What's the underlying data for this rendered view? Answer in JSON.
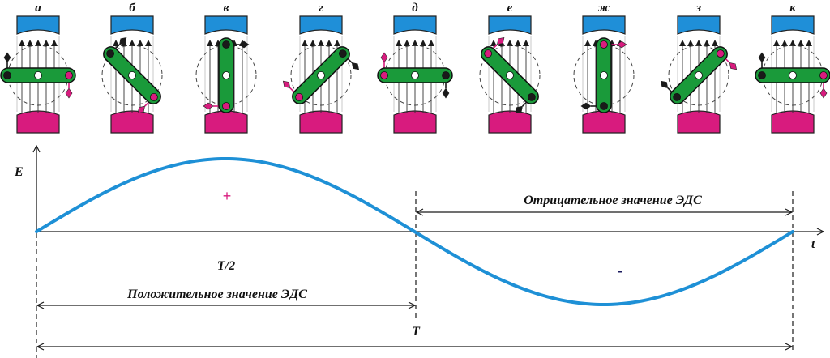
{
  "colors": {
    "north_pole": "#1f8fd8",
    "south_pole": "#d81b7e",
    "coil": "#1a9a3a",
    "curve": "#1e90d6",
    "plus_sign": "#d81b7e",
    "minus_sign": "#1a1a5e",
    "ink": "#1a1a1a"
  },
  "panels": [
    {
      "label": "а",
      "angle_deg": 0
    },
    {
      "label": "б",
      "angle_deg": 45
    },
    {
      "label": "в",
      "angle_deg": 90
    },
    {
      "label": "г",
      "angle_deg": 135
    },
    {
      "label": "д",
      "angle_deg": 180
    },
    {
      "label": "е",
      "angle_deg": 225
    },
    {
      "label": "ж",
      "angle_deg": 270
    },
    {
      "label": "з",
      "angle_deg": 315
    },
    {
      "label": "к",
      "angle_deg": 360
    }
  ],
  "graph": {
    "y_axis_label": "E",
    "x_axis_label": "t",
    "plus_sign": "+",
    "minus_sign": "-",
    "half_period_label": "T/2",
    "period_label": "T",
    "positive_span_label": "Положительное значение ЭДС",
    "negative_span_label": "Отрицательное значение ЭДС"
  },
  "chart_data": {
    "type": "line",
    "title": "",
    "xlabel": "t",
    "ylabel": "E",
    "function": "sine",
    "x": [
      0,
      0.125,
      0.25,
      0.375,
      0.5,
      0.625,
      0.75,
      0.875,
      1.0
    ],
    "x_units": "fraction of period T",
    "values": [
      0,
      0.707,
      1,
      0.707,
      0,
      -0.707,
      -1,
      -0.707,
      0
    ],
    "ylim": [
      -1,
      1
    ],
    "xlim": [
      0,
      1
    ],
    "annotations": [
      {
        "text": "+",
        "region": "positive half-wave"
      },
      {
        "text": "-",
        "region": "negative half-wave"
      },
      {
        "text": "T/2",
        "x": 0.5
      },
      {
        "text": "T",
        "x": 1.0
      },
      {
        "text": "Положительное значение ЭДС",
        "span": [
          0,
          0.5
        ]
      },
      {
        "text": "Отрицательное значение ЭДС",
        "span": [
          0.5,
          1.0
        ]
      }
    ],
    "grid": false,
    "legend": "none"
  }
}
